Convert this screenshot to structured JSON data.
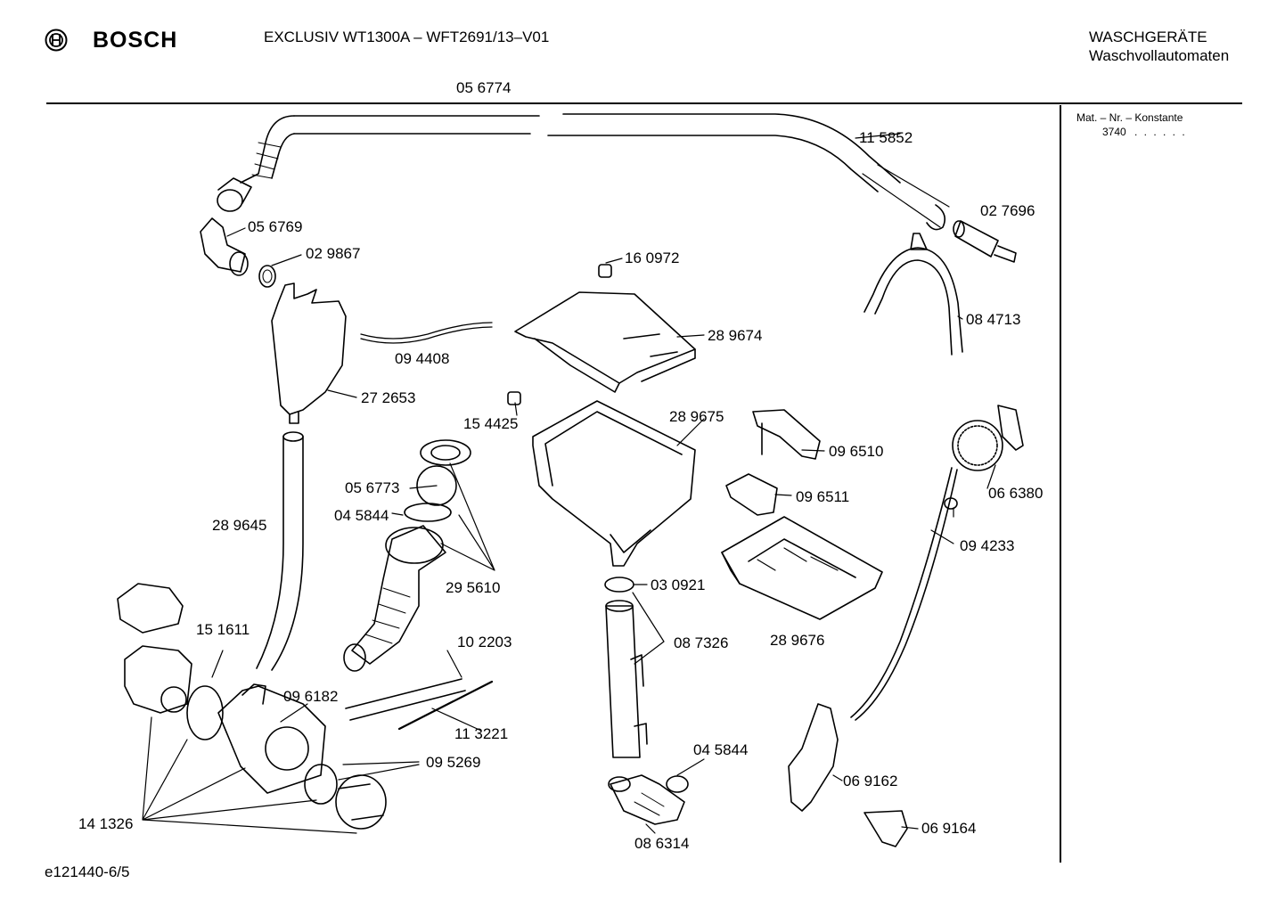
{
  "header": {
    "brand": "BOSCH",
    "model": "EXCLUSIV WT1300A – WFT2691/13–V01",
    "category_line1": "WASCHGERÄTE",
    "category_line2": "Waschvollautomaten",
    "assembly_number": "05 6774"
  },
  "side_panel": {
    "label": "Mat. – Nr. – Konstante",
    "value": "3740",
    "dots": ". . . . . ."
  },
  "footer": {
    "drawing_id": "e121440-6/5"
  },
  "parts": [
    {
      "id": "p115852",
      "label": "11 5852"
    },
    {
      "id": "p027696",
      "label": "02 7696"
    },
    {
      "id": "p056769",
      "label": "05 6769"
    },
    {
      "id": "p029867",
      "label": "02 9867"
    },
    {
      "id": "p160972",
      "label": "16 0972"
    },
    {
      "id": "p084713",
      "label": "08 4713"
    },
    {
      "id": "p289674",
      "label": "28 9674"
    },
    {
      "id": "p094408",
      "label": "09 4408"
    },
    {
      "id": "p272653",
      "label": "27 2653"
    },
    {
      "id": "p154425",
      "label": "15 4425"
    },
    {
      "id": "p289675",
      "label": "28 9675"
    },
    {
      "id": "p096510",
      "label": "09 6510"
    },
    {
      "id": "p066380",
      "label": "06 6380"
    },
    {
      "id": "p056773",
      "label": "05 6773"
    },
    {
      "id": "p045844a",
      "label": "04 5844"
    },
    {
      "id": "p289645",
      "label": "28 9645"
    },
    {
      "id": "p096511",
      "label": "09 6511"
    },
    {
      "id": "p094233",
      "label": "09 4233"
    },
    {
      "id": "p295610",
      "label": "29 5610"
    },
    {
      "id": "p030921",
      "label": "03 0921"
    },
    {
      "id": "p151611",
      "label": "15 1611"
    },
    {
      "id": "p102203",
      "label": "10 2203"
    },
    {
      "id": "p087326",
      "label": "08 7326"
    },
    {
      "id": "p289676",
      "label": "28 9676"
    },
    {
      "id": "p096182",
      "label": "09 6182"
    },
    {
      "id": "p113221",
      "label": "11 3221"
    },
    {
      "id": "p045844b",
      "label": "04 5844"
    },
    {
      "id": "p095269",
      "label": "09 5269"
    },
    {
      "id": "p069162",
      "label": "06 9162"
    },
    {
      "id": "p141326",
      "label": "14 1326"
    },
    {
      "id": "p069164",
      "label": "06 9164"
    },
    {
      "id": "p086314",
      "label": "08 6314"
    }
  ]
}
